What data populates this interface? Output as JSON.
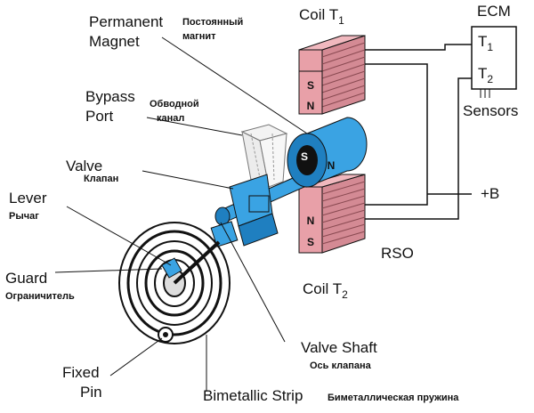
{
  "labels": {
    "permanent_magnet_1": "Permanent",
    "permanent_magnet_2": "Magnet",
    "permanent_magnet_ru_1": "Постоянный",
    "permanent_magnet_ru_2": "магнит",
    "coil_t1": "Coil T",
    "coil_t1_sub": "1",
    "ecm": "ECM",
    "t1": "T",
    "t1_sub": "1",
    "t2": "T",
    "t2_sub": "2",
    "sensors": "Sensors",
    "bypass_1": "Bypass",
    "bypass_2": "Port",
    "bypass_ru_1": "Обводной",
    "bypass_ru_2": "канал",
    "valve": "Valve",
    "valve_ru": "Клапан",
    "lever": "Lever",
    "lever_ru": "Рычаг",
    "plus_b": "+B",
    "rso": "RSO",
    "guard": "Guard",
    "guard_ru": "Ограничитель",
    "coil_t2": "Coil T",
    "coil_t2_sub": "2",
    "valve_shaft": "Valve Shaft",
    "valve_shaft_ru": "Ось клапана",
    "fixed_pin_1": "Fixed",
    "fixed_pin_2": "Pin",
    "bimetallic_strip": "Bimetallic Strip",
    "bimetallic_strip_ru": "Биметаллическая пружина"
  },
  "poles": {
    "upper_core_top": "S",
    "upper_core_bottom": "N",
    "magnet_left": "S",
    "magnet_right": "N",
    "lower_core_top": "N",
    "lower_core_bottom": "S"
  },
  "colors": {
    "coil": "#e8a0a8",
    "coil_dark": "#c97984",
    "magnet": "#3aa3e3",
    "magnet_dark": "#1f7fc0",
    "line": "#111111"
  }
}
